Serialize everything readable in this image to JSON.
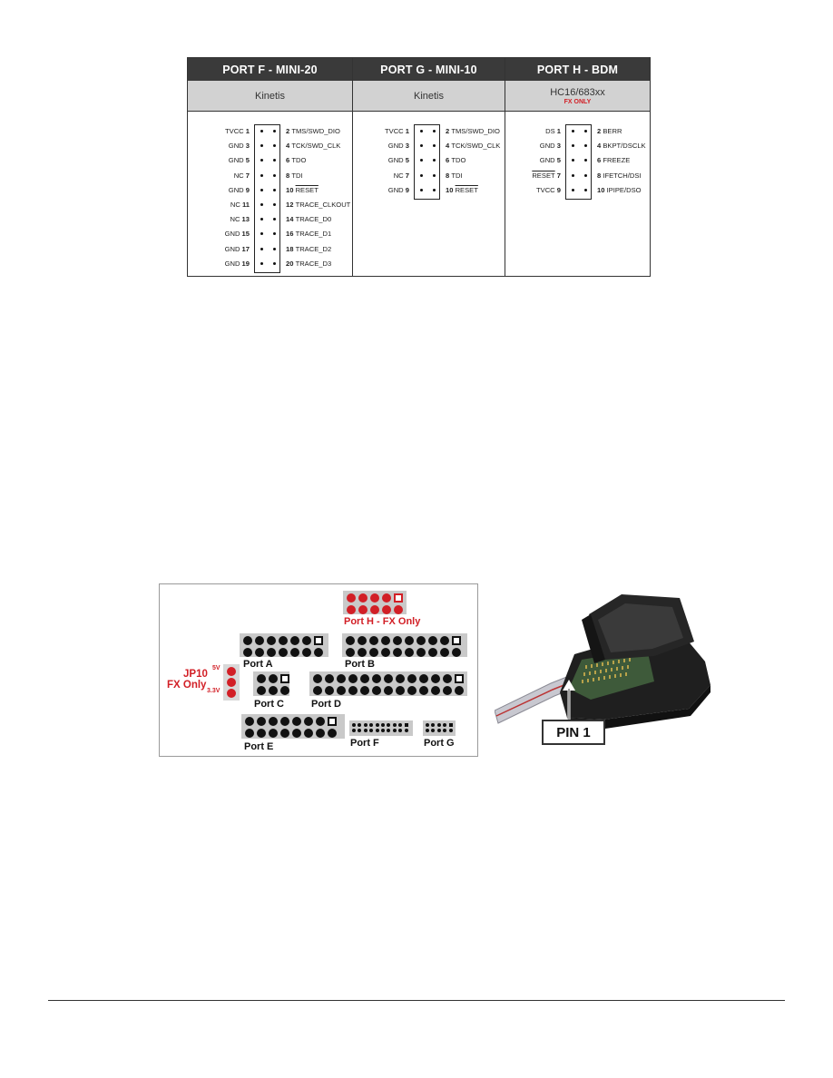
{
  "pin_table": {
    "port_f": {
      "title": "PORT F - MINI-20",
      "subtitle": "Kinetis",
      "odd_pins": [
        {
          "name": "TVCC",
          "num": "1"
        },
        {
          "name": "GND",
          "num": "3"
        },
        {
          "name": "GND",
          "num": "5"
        },
        {
          "name": "NC",
          "num": "7"
        },
        {
          "name": "GND",
          "num": "9"
        },
        {
          "name": "NC",
          "num": "11"
        },
        {
          "name": "NC",
          "num": "13"
        },
        {
          "name": "GND",
          "num": "15"
        },
        {
          "name": "GND",
          "num": "17"
        },
        {
          "name": "GND",
          "num": "19"
        }
      ],
      "even_pins": [
        {
          "num": "2",
          "name": "TMS/SWD_DIO"
        },
        {
          "num": "4",
          "name": "TCK/SWD_CLK"
        },
        {
          "num": "6",
          "name": "TDO"
        },
        {
          "num": "8",
          "name": "TDI"
        },
        {
          "num": "10",
          "name": "RESET"
        },
        {
          "num": "12",
          "name": "TRACE_CLKOUT"
        },
        {
          "num": "14",
          "name": "TRACE_D0"
        },
        {
          "num": "16",
          "name": "TRACE_D1"
        },
        {
          "num": "18",
          "name": "TRACE_D2"
        },
        {
          "num": "20",
          "name": "TRACE_D3"
        }
      ]
    },
    "port_g": {
      "title": "PORT G - MINI-10",
      "subtitle": "Kinetis",
      "odd_pins": [
        {
          "name": "TVCC",
          "num": "1"
        },
        {
          "name": "GND",
          "num": "3"
        },
        {
          "name": "GND",
          "num": "5"
        },
        {
          "name": "NC",
          "num": "7"
        },
        {
          "name": "GND",
          "num": "9"
        }
      ],
      "even_pins": [
        {
          "num": "2",
          "name": "TMS/SWD_DIO"
        },
        {
          "num": "4",
          "name": "TCK/SWD_CLK"
        },
        {
          "num": "6",
          "name": "TDO"
        },
        {
          "num": "8",
          "name": "TDI"
        },
        {
          "num": "10",
          "name": "RESET"
        }
      ]
    },
    "port_h": {
      "title": "PORT H - BDM",
      "subtitle": "HC16/683xx",
      "note": "FX ONLY",
      "odd_pins": [
        {
          "name": "DS",
          "num": "1"
        },
        {
          "name": "GND",
          "num": "3"
        },
        {
          "name": "GND",
          "num": "5"
        },
        {
          "name": "RESET",
          "num": "7"
        },
        {
          "name": "TVCC",
          "num": "9"
        }
      ],
      "even_pins": [
        {
          "num": "2",
          "name": "BERR"
        },
        {
          "num": "4",
          "name": "BKPT/DSCLK"
        },
        {
          "num": "6",
          "name": "FREEZE"
        },
        {
          "num": "8",
          "name": "IFETCH/DSI"
        },
        {
          "num": "10",
          "name": "IPIPE/DSO"
        }
      ]
    }
  },
  "port_diagram": {
    "port_h_label": "Port H - FX Only",
    "port_a_label": "Port A",
    "port_b_label": "Port B",
    "port_c_label": "Port C",
    "port_d_label": "Port D",
    "port_e_label": "Port E",
    "port_f_label": "Port F",
    "port_g_label": "Port G",
    "jumper_label": "JP10",
    "jumper_sub": "FX Only",
    "jumper_5v": "5V",
    "jumper_33v": "3.3V",
    "highlight_color": "#d21f26"
  },
  "photo": {
    "pin1_label": "PIN 1"
  }
}
